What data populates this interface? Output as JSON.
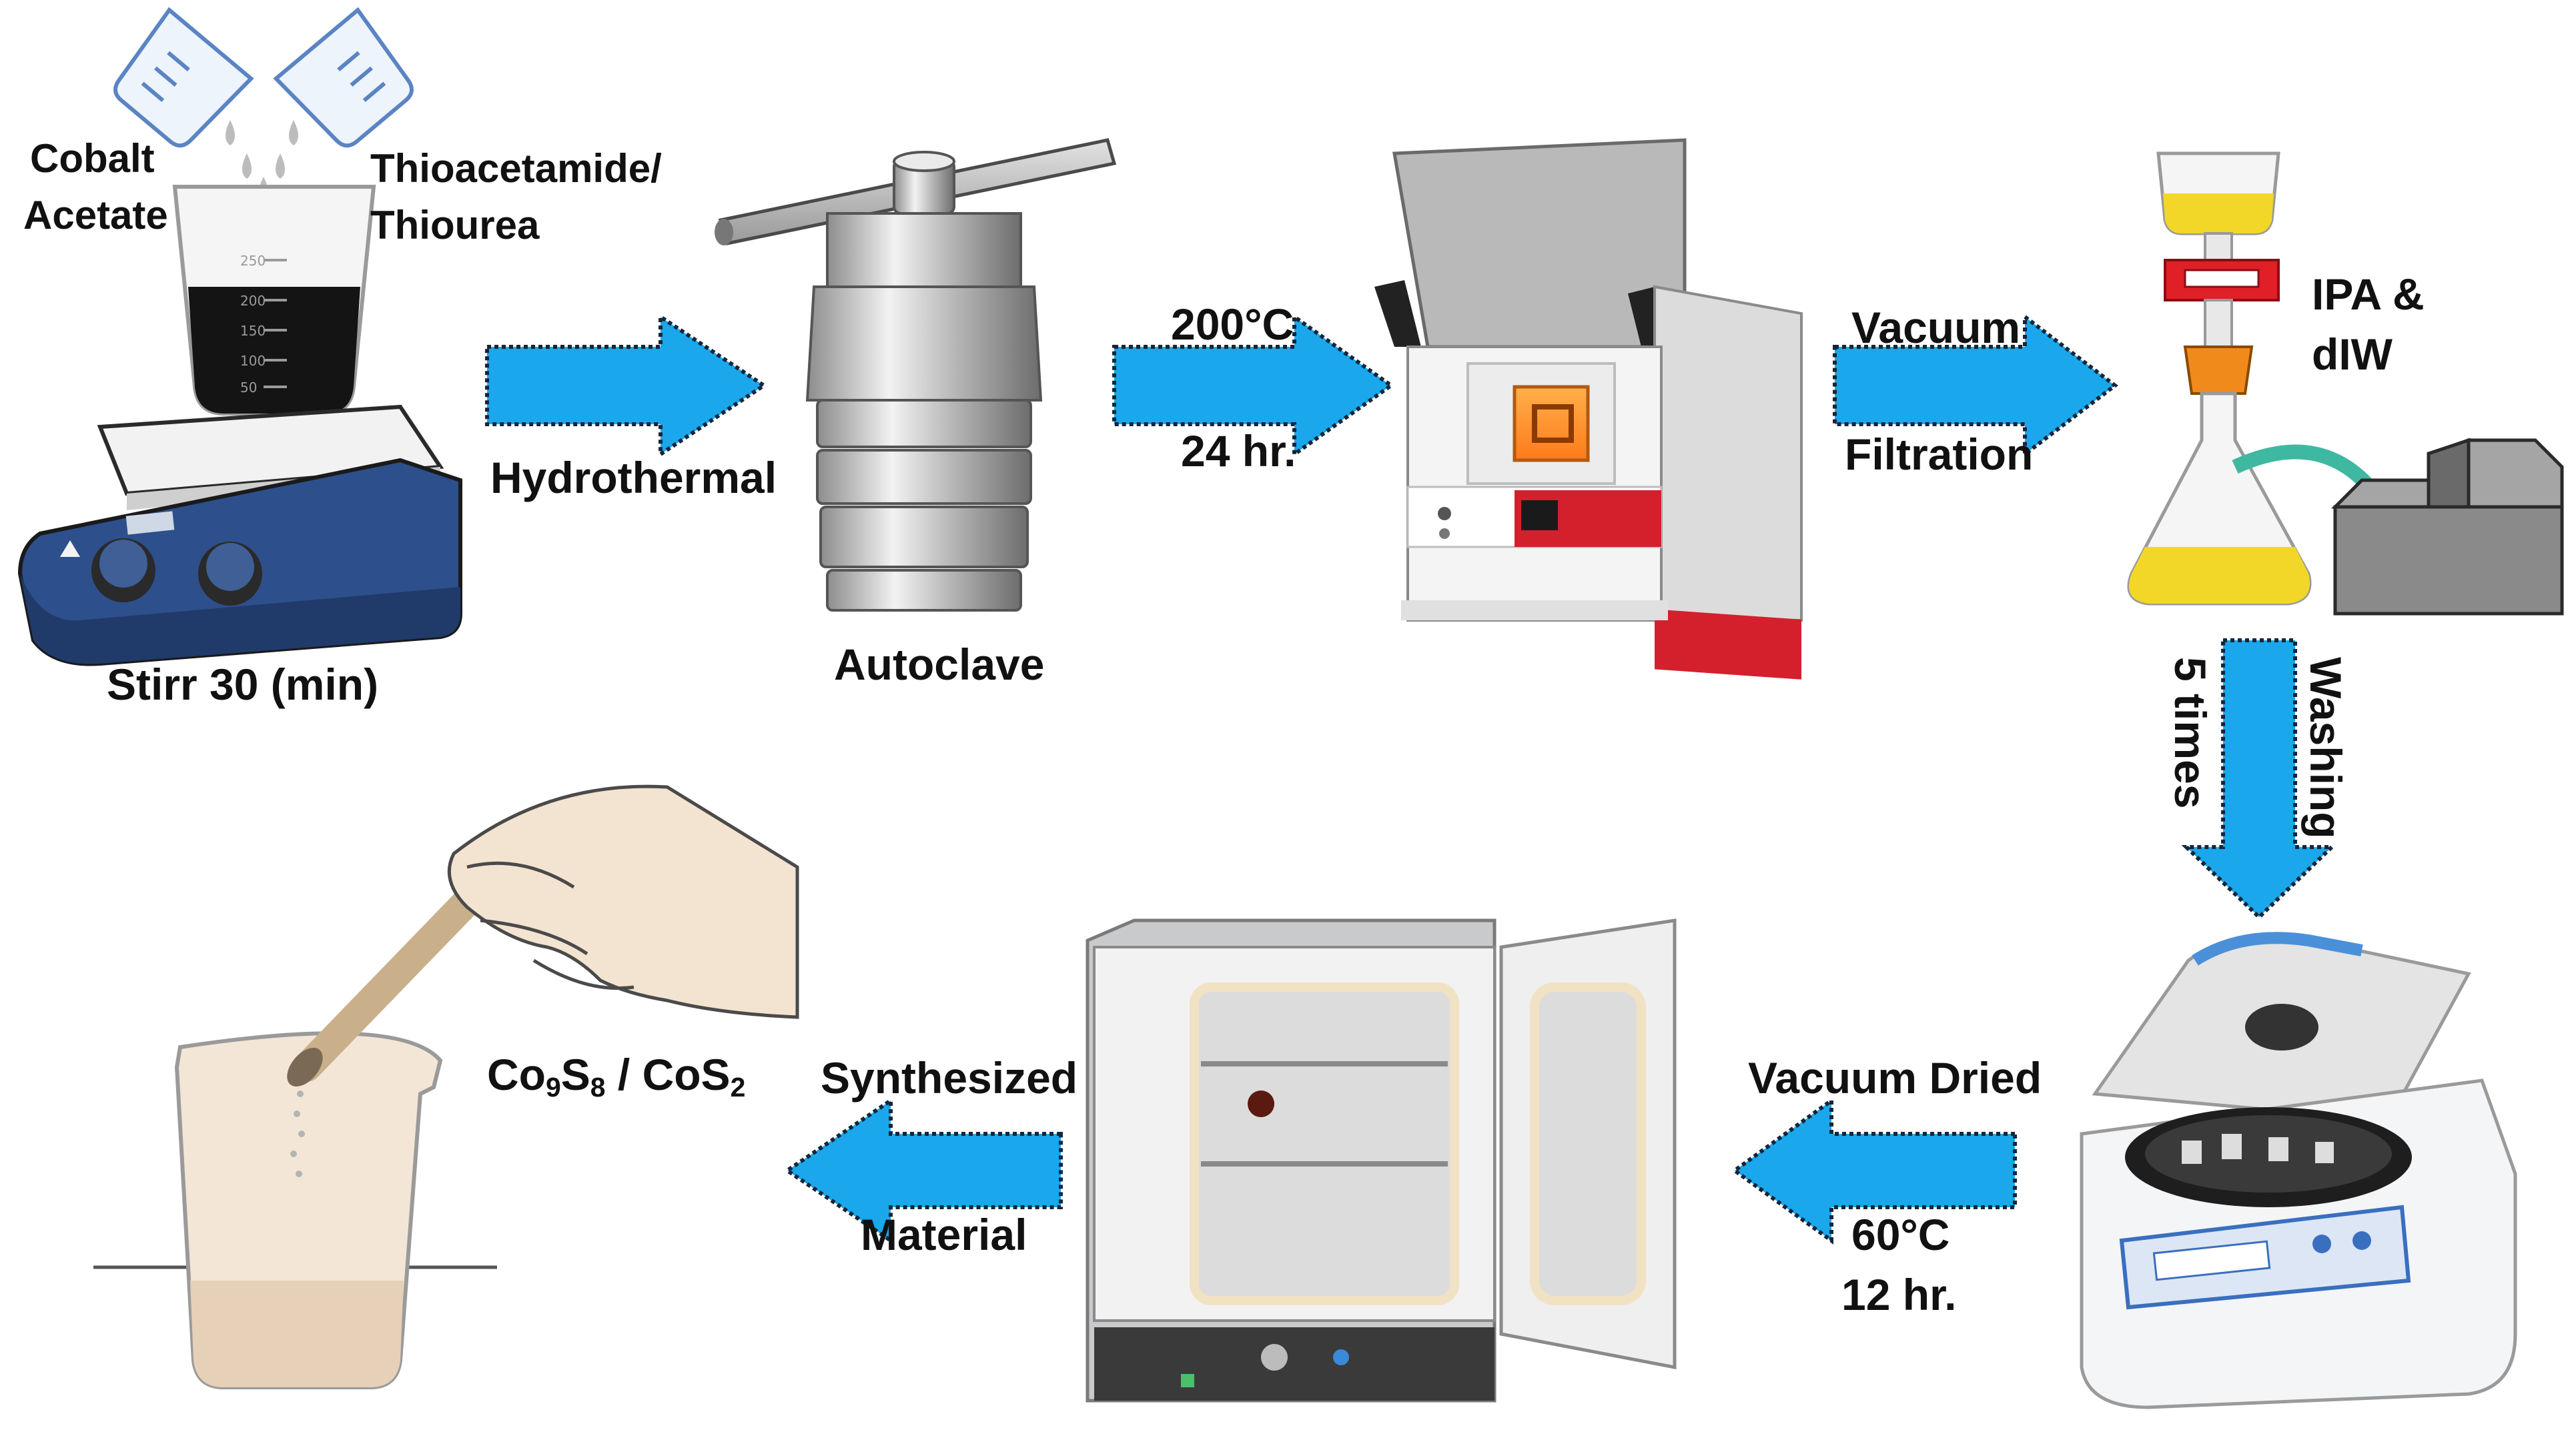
{
  "colors": {
    "arrow_fill": "#1aa7ec",
    "arrow_stroke": "#15263a",
    "solution_dark": "#141414",
    "filtrate_yellow": "#f2d728",
    "hotplate_blue": "#2d4f8c",
    "furnace_red": "#d4202c",
    "beaker_powder": "#e6d0b8",
    "pump_gray": "#8a8a8a"
  },
  "labels": {
    "cobalt_acetate_line1": "Cobalt",
    "cobalt_acetate_line2": "Acetate",
    "thio_line1": "Thioacetamide/",
    "thio_line2": "Thiourea",
    "stirr": "Stirr 30 (min)",
    "hydrothermal": "Hydrothermal",
    "autoclave": "Autoclave",
    "temp1": "200°C",
    "time1": "24 hr.",
    "vacuum": "Vacuum",
    "filtration": "Filtration",
    "ipa_line1": "IPA &",
    "ipa_line2": "dIW",
    "washing": "Washing",
    "five_times": "5 times",
    "vacuum_dried": "Vacuum Dried",
    "temp2": "60°C",
    "time2": "12 hr.",
    "synthesized": "Synthesized",
    "material": "Material",
    "product_a_base1": "Co",
    "product_a_sub1": "9",
    "product_a_base2": "S",
    "product_a_sub2": "8",
    "product_sep": " / ",
    "product_b_base": "CoS",
    "product_b_sub": "2",
    "beaker_scale": [
      "250",
      "200",
      "150",
      "100",
      "50"
    ]
  },
  "icons": [
    "beaker-pour-icon",
    "hotplate-stirrer-icon",
    "autoclave-icon",
    "muffle-furnace-icon",
    "vacuum-filtration-icon",
    "vacuum-pump-icon",
    "centrifuge-icon",
    "vacuum-oven-icon",
    "hand-spatula-icon",
    "powder-beaker-icon"
  ]
}
